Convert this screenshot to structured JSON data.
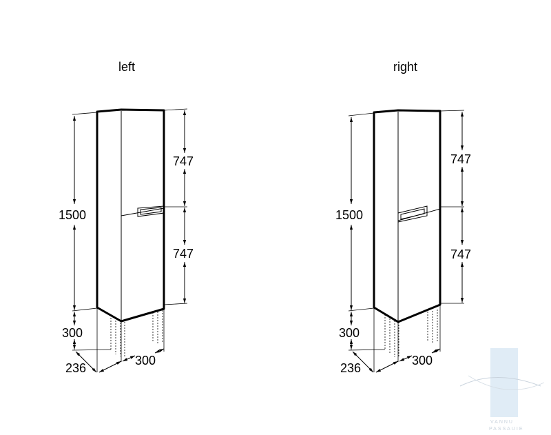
{
  "views": [
    {
      "id": "left",
      "title": "left",
      "dims": {
        "total_height": "1500",
        "upper_door": "747",
        "lower_door": "747",
        "leg_height": "300",
        "depth": "236",
        "width": "300"
      }
    },
    {
      "id": "right",
      "title": "right",
      "dims": {
        "total_height": "1500",
        "upper_door": "747",
        "lower_door": "747",
        "leg_height": "300",
        "depth": "236",
        "width": "300"
      }
    }
  ],
  "watermark": {
    "icon": "faucet-watermark-icon",
    "text_line1": "VANNU",
    "text_line2": "PASSAUIE",
    "color": "#c7dcee"
  }
}
